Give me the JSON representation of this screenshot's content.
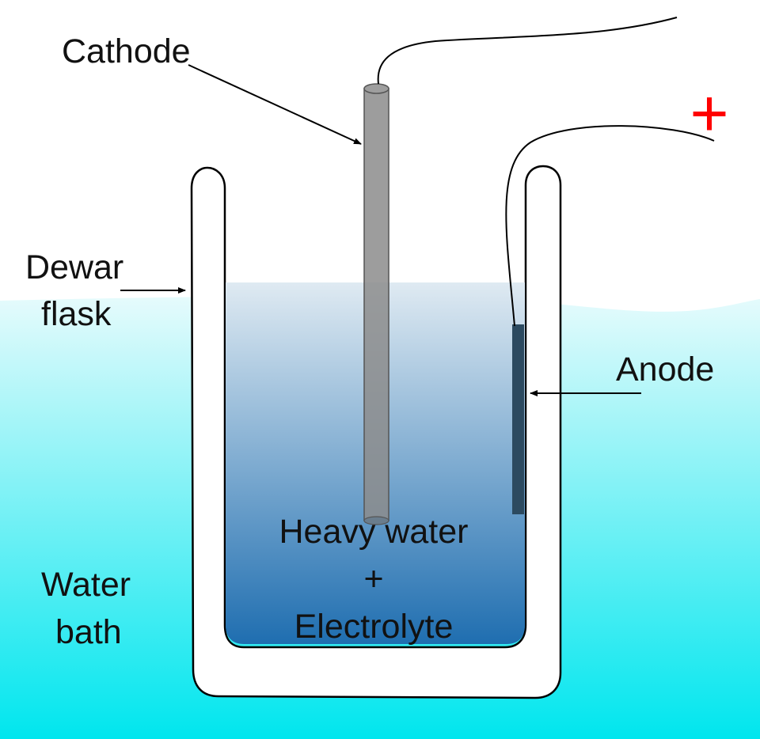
{
  "labels": {
    "cathode": "Cathode",
    "dewar_line1": "Dewar",
    "dewar_line2": "flask",
    "anode": "Anode",
    "liquid_line1": "Heavy water",
    "liquid_line2": "+",
    "liquid_line3": "Electrolyte",
    "bath_line1": "Water",
    "bath_line2": "bath",
    "negative_terminal": "−",
    "positive_terminal": "+"
  },
  "colors": {
    "water_bath_top": "#e6fbfc",
    "water_bath_bottom": "#00e6ee",
    "electrolyte_top": "#dfeaf2",
    "electrolyte_bottom": "#1f6eb0",
    "cathode_rod": "#8c8c8c",
    "anode_plate": "#2c4a60",
    "negative_sign": "#000000",
    "positive_sign": "#ff0000"
  }
}
